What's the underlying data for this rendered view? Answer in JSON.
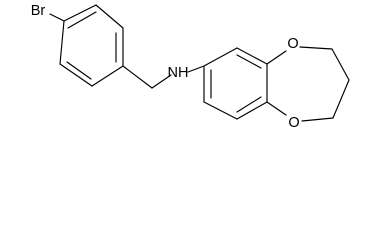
{
  "molecule": {
    "atoms": {
      "bromine": "Br",
      "amine": "NH",
      "oxygen_upper": "O",
      "oxygen_lower": "O"
    }
  }
}
